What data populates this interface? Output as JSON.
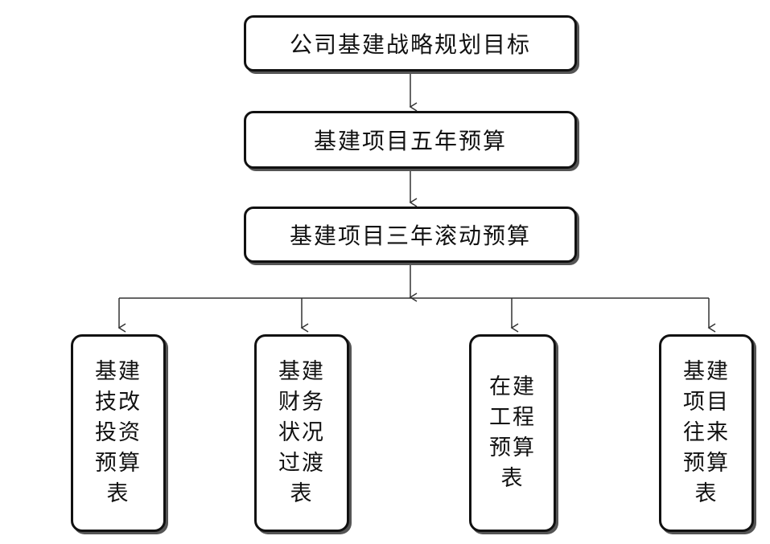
{
  "diagram": {
    "top_nodes": [
      {
        "id": "goal",
        "label": "公司基建战略规划目标"
      },
      {
        "id": "five",
        "label": "基建项目五年预算"
      },
      {
        "id": "three",
        "label": "基建项目三年滚动预算"
      }
    ],
    "leaf_nodes": [
      {
        "id": "leaf-1",
        "label": "基建技改投资预算表"
      },
      {
        "id": "leaf-2",
        "label": "基建财务状况过渡表"
      },
      {
        "id": "leaf-3",
        "label": "在建工程预算表"
      },
      {
        "id": "leaf-4",
        "label": "基建项目往来预算表"
      }
    ],
    "edges": [
      {
        "from": "goal",
        "to": "five"
      },
      {
        "from": "five",
        "to": "three"
      },
      {
        "from": "three",
        "to": "leaf-1"
      },
      {
        "from": "three",
        "to": "leaf-2"
      },
      {
        "from": "three",
        "to": "leaf-3"
      },
      {
        "from": "three",
        "to": "leaf-4"
      }
    ],
    "colors": {
      "line": "#333333",
      "border": "#111111",
      "shadow": "#555555",
      "background": "#ffffff"
    }
  }
}
